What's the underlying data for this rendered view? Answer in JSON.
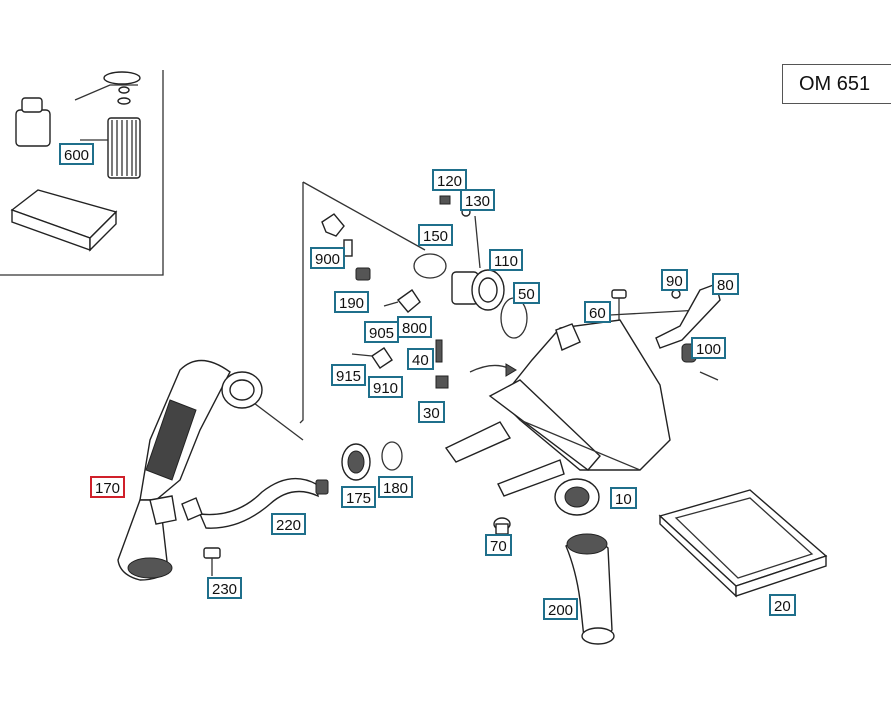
{
  "engine_label": "OM 651",
  "callouts": {
    "c600": "600",
    "c120": "120",
    "c130": "130",
    "c150": "150",
    "c110": "110",
    "c900": "900",
    "c190": "190",
    "c50": "50",
    "c90": "90",
    "c80": "80",
    "c60": "60",
    "c905": "905",
    "c800": "800",
    "c40": "40",
    "c100": "100",
    "c915": "915",
    "c910": "910",
    "c30": "30",
    "c170": "170",
    "c175": "175",
    "c180": "180",
    "c220": "220",
    "c10": "10",
    "c70": "70",
    "c230": "230",
    "c200": "200",
    "c20": "20"
  },
  "highlight_color": "#d0202a",
  "callout_border_color": "#1f6f8b"
}
